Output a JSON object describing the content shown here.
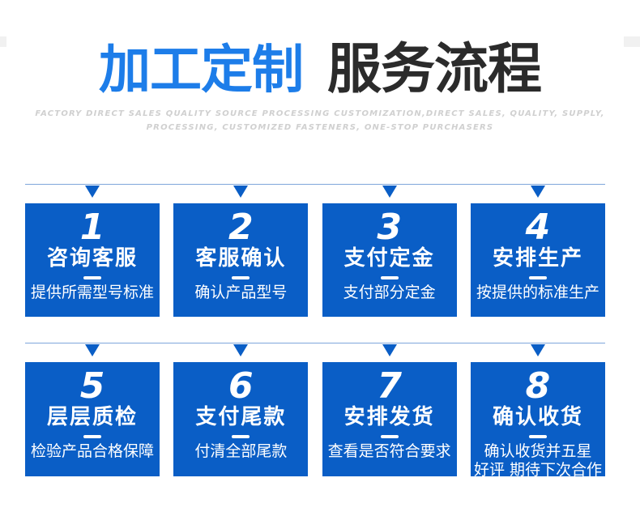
{
  "header": {
    "title_blue": "加工定制",
    "title_dark": "服务流程",
    "subtitle_line1": "FACTORY DIRECT SALES QUALITY SOURCE PROCESSING CUSTOMIZATION,DIRECT SALES, QUALITY, SUPPLY,",
    "subtitle_line2": "PROCESSING, CUSTOMIZED FASTENERS, ONE-STOP PURCHASERS"
  },
  "colors": {
    "step_box_blue": "#0a5ec6",
    "title_blue": "#1d7de9",
    "title_dark": "#2b2b2b",
    "subtitle_gray": "#d0d0d0",
    "connector_line_blue": "#7fa6db",
    "background": "#ffffff"
  },
  "steps": [
    {
      "number": "1",
      "title": "咨询客服",
      "desc": "提供所需型号标准"
    },
    {
      "number": "2",
      "title": "客服确认",
      "desc": "确认产品型号"
    },
    {
      "number": "3",
      "title": "支付定金",
      "desc": "支付部分定金"
    },
    {
      "number": "4",
      "title": "安排生产",
      "desc": "按提供的标准生产"
    },
    {
      "number": "5",
      "title": "层层质检",
      "desc": "检验产品合格保障"
    },
    {
      "number": "6",
      "title": "支付尾款",
      "desc": "付清全部尾款"
    },
    {
      "number": "7",
      "title": "安排发货",
      "desc": "查看是否符合要求"
    },
    {
      "number": "8",
      "title": "确认收货",
      "desc": "确认收货并五星",
      "desc2": "好评 期待下次合作"
    }
  ]
}
